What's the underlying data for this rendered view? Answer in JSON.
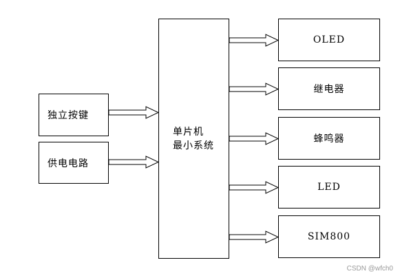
{
  "inputs": [
    {
      "label": "独立按键"
    },
    {
      "label": "供电电路"
    }
  ],
  "mcu": {
    "line1": "单片机",
    "line2": "最小系统"
  },
  "outputs": [
    {
      "label": "OLED"
    },
    {
      "label": "继电器"
    },
    {
      "label": "蜂鸣器"
    },
    {
      "label": "LED"
    },
    {
      "label": "SIM800"
    }
  ],
  "watermark": "CSDN @wfch0",
  "colors": {
    "stroke": "#000000",
    "background": "#ffffff",
    "watermark": "#999999"
  }
}
